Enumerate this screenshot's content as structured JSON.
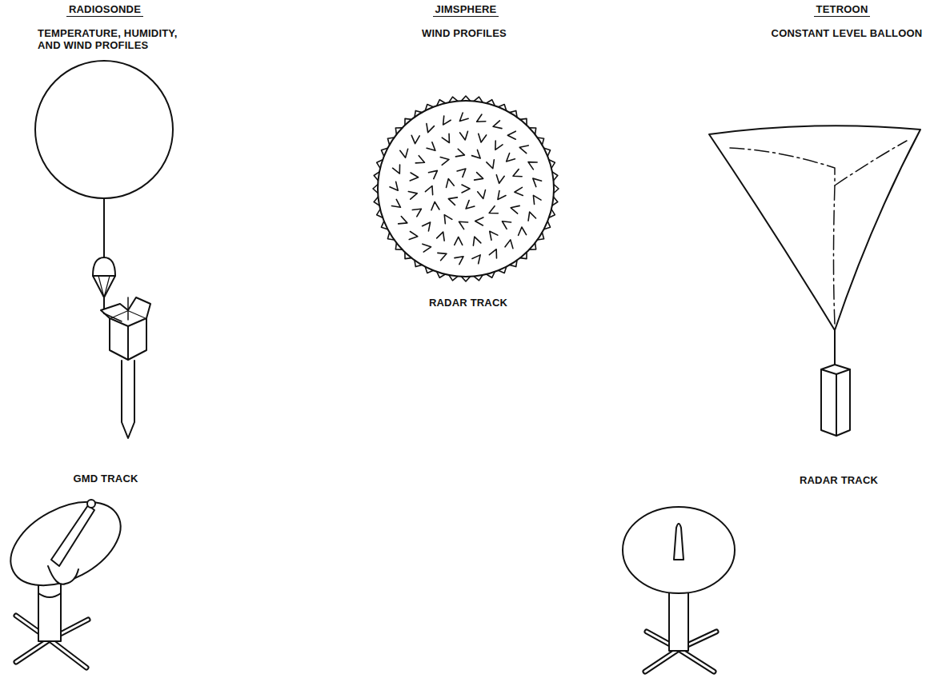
{
  "diagram": {
    "labels": [
      "RADIOSONDE",
      "JIMSPHERE",
      "TETROON",
      "TEMPERATURE, HUMIDITY, AND WIND PROFILES",
      "WIND PROFILES",
      "CONSTANT LEVEL BALLOON",
      "RADAR TRACK",
      "GMD TRACK",
      "RADAR TRACK"
    ]
  }
}
